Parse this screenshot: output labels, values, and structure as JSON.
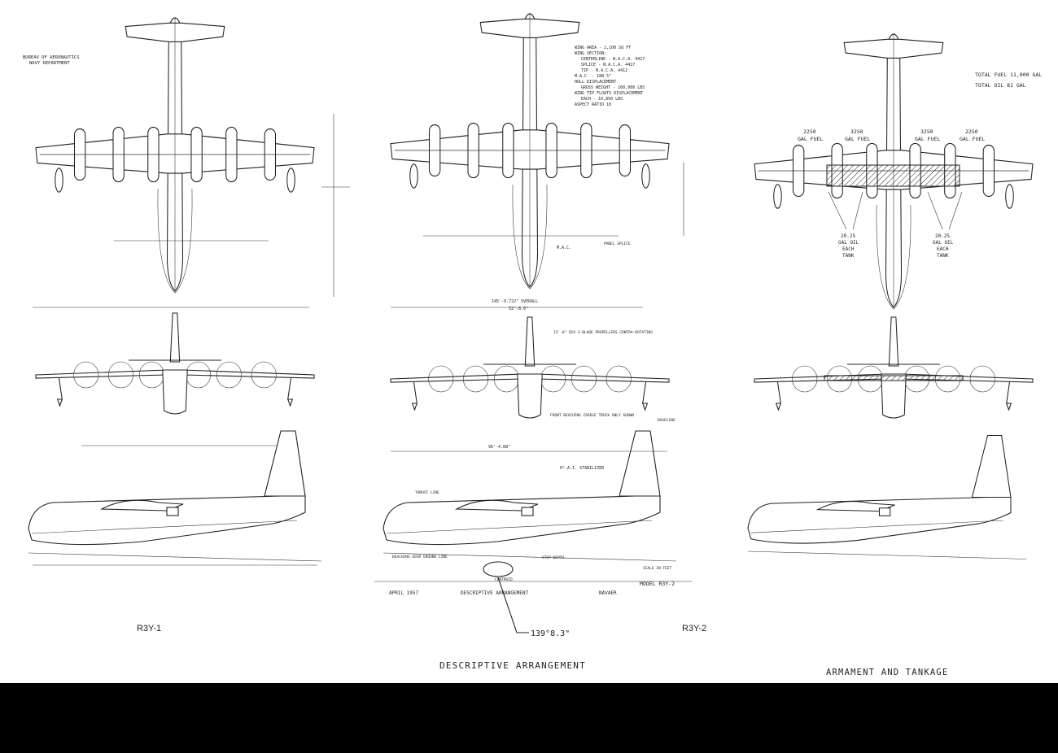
{
  "labels": {
    "bureau": [
      "BUREAU OF AERONAUTICS",
      "NAVY DEPARTMENT"
    ],
    "r3y1": "R3Y-1",
    "r3y2": "R3Y-2",
    "desc_title": "DESCRIPTIVE ARRANGEMENT",
    "arm_title": "ARMAMENT AND TANKAGE",
    "callout": "139°8.3\"",
    "model": "MODEL R3Y-2",
    "date": "APRIL 1957",
    "desc_small": "DESCRIPTIVE ARRANGEMENT",
    "navaer": "NAVAER",
    "scale": "SCALE IN FEET",
    "total_fuel": "TOTAL FUEL  11,000 GAL",
    "total_oil": "TOTAL OIL   81 GAL",
    "fuel_2250": "2250",
    "fuel_3250": "3250",
    "gal_fuel": "GAL FUEL",
    "oil_1": "20.25",
    "oil_2": "GAL OIL",
    "oil_3": "EACH",
    "oil_4": "TANK"
  },
  "specs_r3y2": [
    "WING AREA - 2,100 SQ FT",
    "WING SECTION:",
    "CENTERLINE - N.A.C.A. 4417",
    "SPLICE - N.A.C.A. 4417",
    "TIP - N.A.C.A. 4412",
    "M.A.C. - 188.5\"",
    "HULL DISPLACEMENT",
    "GROSS WEIGHT - 160,000 LBS",
    "WING TIP FLOATS DISPLACEMENT",
    "EACH - 10,850 LBS",
    "ASPECT RATIO 10"
  ],
  "dims_r3y2": {
    "span": "145'-9.722\" OVERALL",
    "span2": "52'-8.0\"",
    "prop": "15'-0\" DIA 3-BLADE PROPELLERS CONTRA-ROTATING",
    "stab": "0°-A.I. STABILIZER",
    "len": "96'-4.88\"",
    "mac": "M.A.C.",
    "splice": "PANEL SPLICE",
    "gear": "FRONT BEACHING CRADLE TRUCK ONLY SHOWN",
    "base": "BASELINE",
    "thrust": "THRUST LINE",
    "beaching": "BEACHING GEAR GROUND LINE",
    "centroid": "CENTROID",
    "step": "STEP DEPTH"
  },
  "icons": [
    "plane-top-view",
    "plane-front-view",
    "plane-side-view",
    "fuel-tank-hatch",
    "callout-circle"
  ]
}
